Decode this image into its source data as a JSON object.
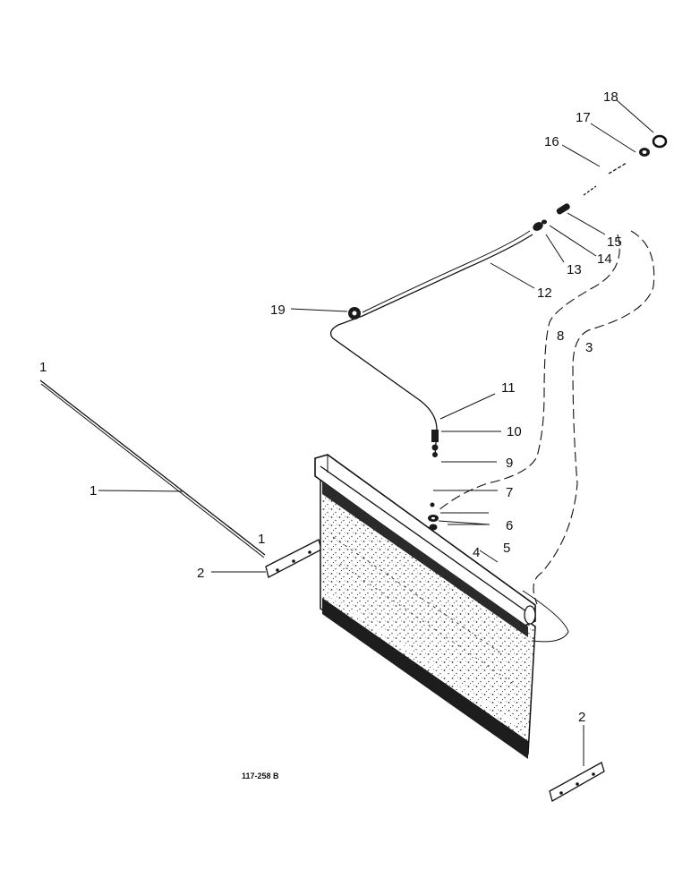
{
  "diagram": {
    "reference_code": "117-258 B",
    "callouts": {
      "c1_top": "1",
      "c1_mid": "1",
      "c1_bot": "1",
      "c2_left": "2",
      "c2_right": "2",
      "c3": "3",
      "c4": "4",
      "c5": "5",
      "c6": "6",
      "c7": "7",
      "c8": "8",
      "c9": "9",
      "c10": "10",
      "c11": "11",
      "c12": "12",
      "c13": "13",
      "c14": "14",
      "c15": "15",
      "c16": "16",
      "c17": "17",
      "c18": "18",
      "c19": "19"
    }
  }
}
